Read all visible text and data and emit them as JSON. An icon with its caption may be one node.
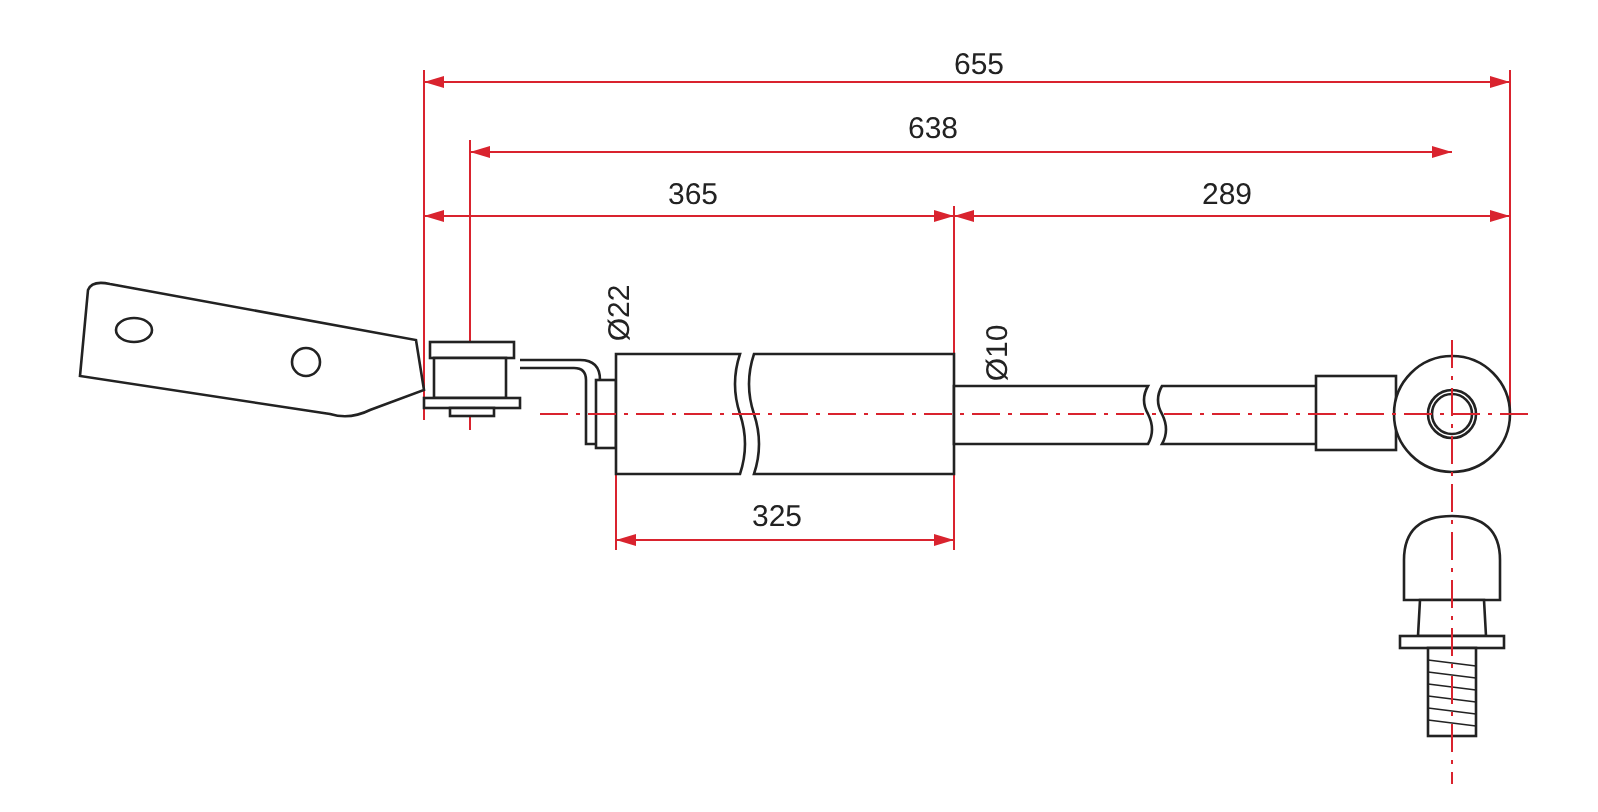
{
  "diagram": {
    "labels": [
      "655",
      "638",
      "365",
      "289",
      "Ø22",
      "Ø10",
      "325"
    ]
  }
}
